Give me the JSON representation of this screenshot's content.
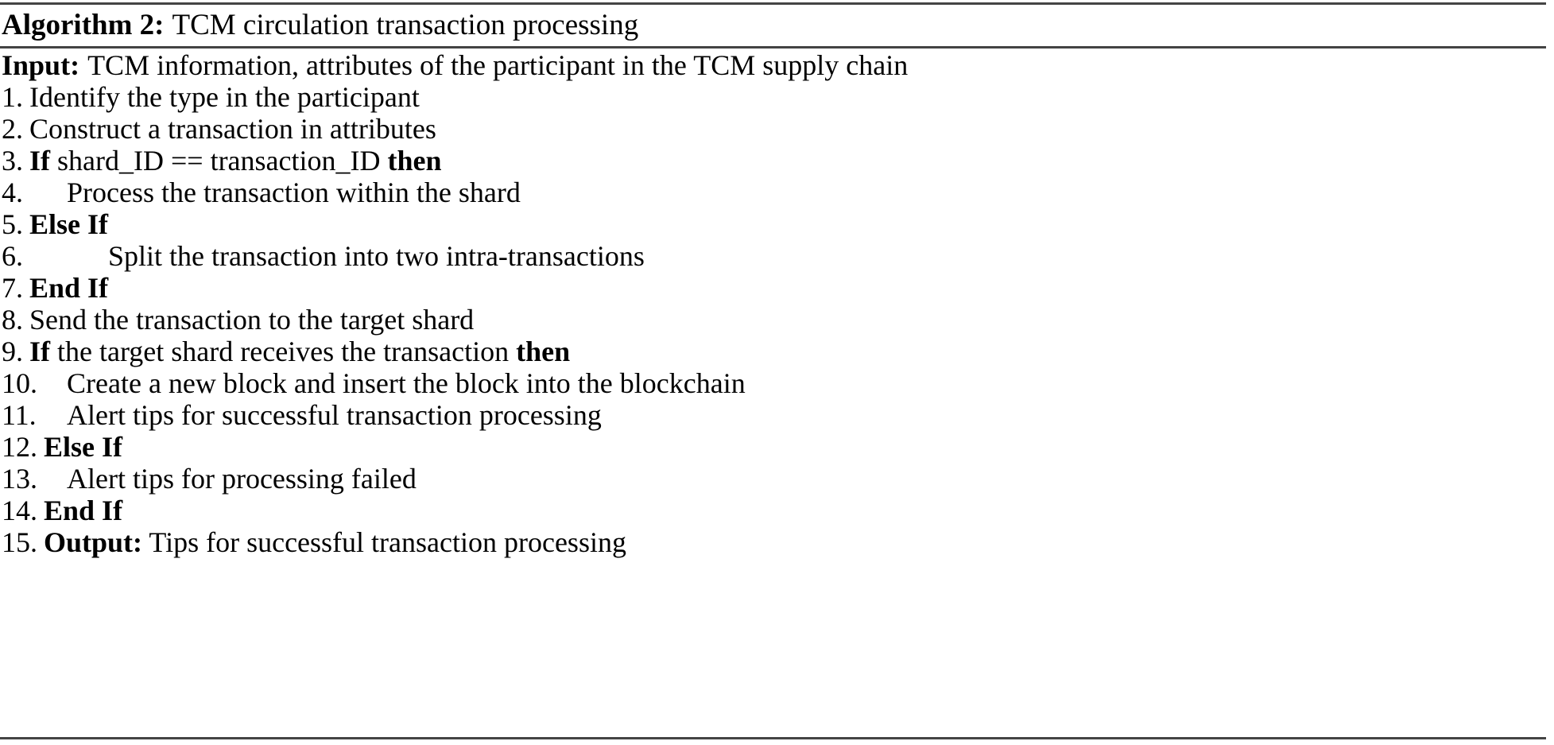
{
  "algorithm": {
    "caption_label": "Algorithm 2:",
    "caption_title": "TCM circulation transaction processing",
    "input_label": "Input:",
    "input_text": "TCM information, attributes of the participant in the TCM supply chain",
    "lines": [
      {
        "number": "1.",
        "indent": 0,
        "segments": [
          {
            "text": "Identify the type in the participant",
            "bold": false
          }
        ]
      },
      {
        "number": "2.",
        "indent": 0,
        "segments": [
          {
            "text": "Construct a transaction in attributes",
            "bold": false
          }
        ]
      },
      {
        "number": "3.",
        "indent": 0,
        "segments": [
          {
            "text": "If",
            "bold": true
          },
          {
            "text": " shard_ID == transaction_ID ",
            "bold": false
          },
          {
            "text": "then",
            "bold": true
          }
        ]
      },
      {
        "number": "4.",
        "indent": 1,
        "segments": [
          {
            "text": "Process the transaction within the shard",
            "bold": false
          }
        ]
      },
      {
        "number": "5.",
        "indent": 0,
        "segments": [
          {
            "text": "Else If",
            "bold": true
          }
        ]
      },
      {
        "number": "6.",
        "indent": 2,
        "segments": [
          {
            "text": "Split the transaction into two intra-transactions",
            "bold": false
          }
        ]
      },
      {
        "number": "7.",
        "indent": 0,
        "segments": [
          {
            "text": "End If",
            "bold": true
          }
        ]
      },
      {
        "number": "8.",
        "indent": 0,
        "segments": [
          {
            "text": "Send the transaction to the target shard",
            "bold": false
          }
        ]
      },
      {
        "number": "9.",
        "indent": 0,
        "segments": [
          {
            "text": "If",
            "bold": true
          },
          {
            "text": " the target shard receives the transaction ",
            "bold": false
          },
          {
            "text": "then",
            "bold": true
          }
        ]
      },
      {
        "number": "10.",
        "indent": 1,
        "segments": [
          {
            "text": "Create a new block and insert the block into the blockchain",
            "bold": false
          }
        ]
      },
      {
        "number": "11.",
        "indent": 1,
        "segments": [
          {
            "text": "Alert tips for successful transaction processing",
            "bold": false
          }
        ]
      },
      {
        "number": "12.",
        "indent": 0,
        "segments": [
          {
            "text": "Else If",
            "bold": true
          }
        ]
      },
      {
        "number": "13.",
        "indent": 1,
        "segments": [
          {
            "text": "Alert tips for processing failed",
            "bold": false
          }
        ]
      },
      {
        "number": "14.",
        "indent": 0,
        "segments": [
          {
            "text": "End If",
            "bold": true
          }
        ]
      },
      {
        "number": "15.",
        "indent": 0,
        "segments": [
          {
            "text": "Output:",
            "bold": true
          },
          {
            "text": " Tips for successful transaction processing",
            "bold": false
          }
        ]
      }
    ],
    "rule_color": "#444444"
  }
}
